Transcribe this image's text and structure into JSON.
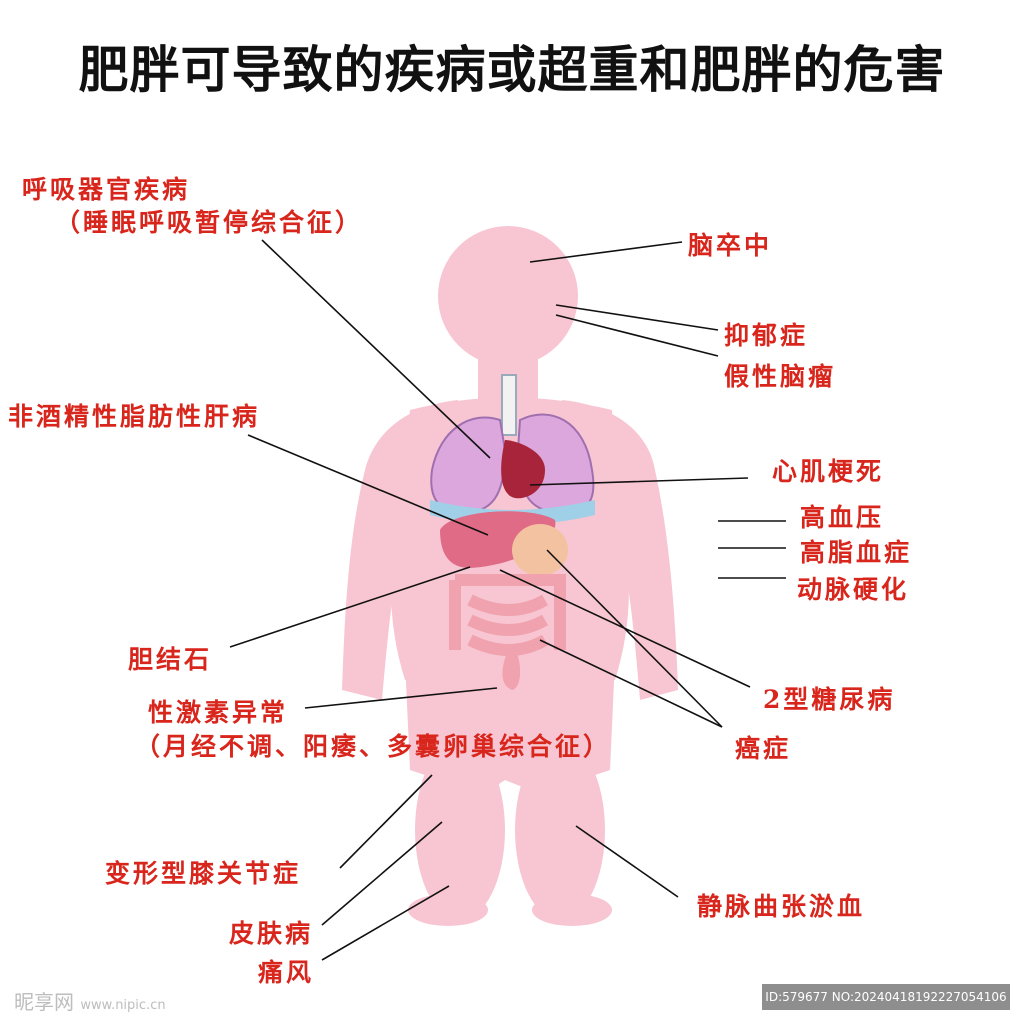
{
  "title": "肥胖可导致的疾病或超重和肥胖的危害",
  "labels": {
    "respiratory": "呼吸器官疾病",
    "respiratory_sub": "（睡眠呼吸暂停综合征）",
    "fatty_liver": "非酒精性脂肪性肝病",
    "gallstones": "胆结石",
    "hormone": "性激素异常",
    "hormone_sub": "（月经不调、阳痿、多囊卵巢综合征）",
    "knee": "变形型膝关节症",
    "skin": "皮肤病",
    "gout": "痛风",
    "stroke": "脑卒中",
    "depression": "抑郁症",
    "pseudo_tumor": "假性脑瘤",
    "mi": "心肌梗死",
    "hypertension": "高血压",
    "hyperlipidemia": "高脂血症",
    "atherosclerosis": "动脉硬化",
    "diabetes": "2型糖尿病",
    "cancer": "癌症",
    "varicose": "静脉曲张淤血"
  },
  "watermark": {
    "site": "昵享网",
    "url": "www.nipic.cn",
    "id": "ID:579677 NO:20240418192227054106"
  },
  "colors": {
    "body": "#f7c6d2",
    "label": "#d9261c",
    "line": "#111111",
    "lung": "#dca7dc",
    "liver": "#e06b87",
    "intestine": "#f0a2ae",
    "heart": "#a8243a"
  }
}
